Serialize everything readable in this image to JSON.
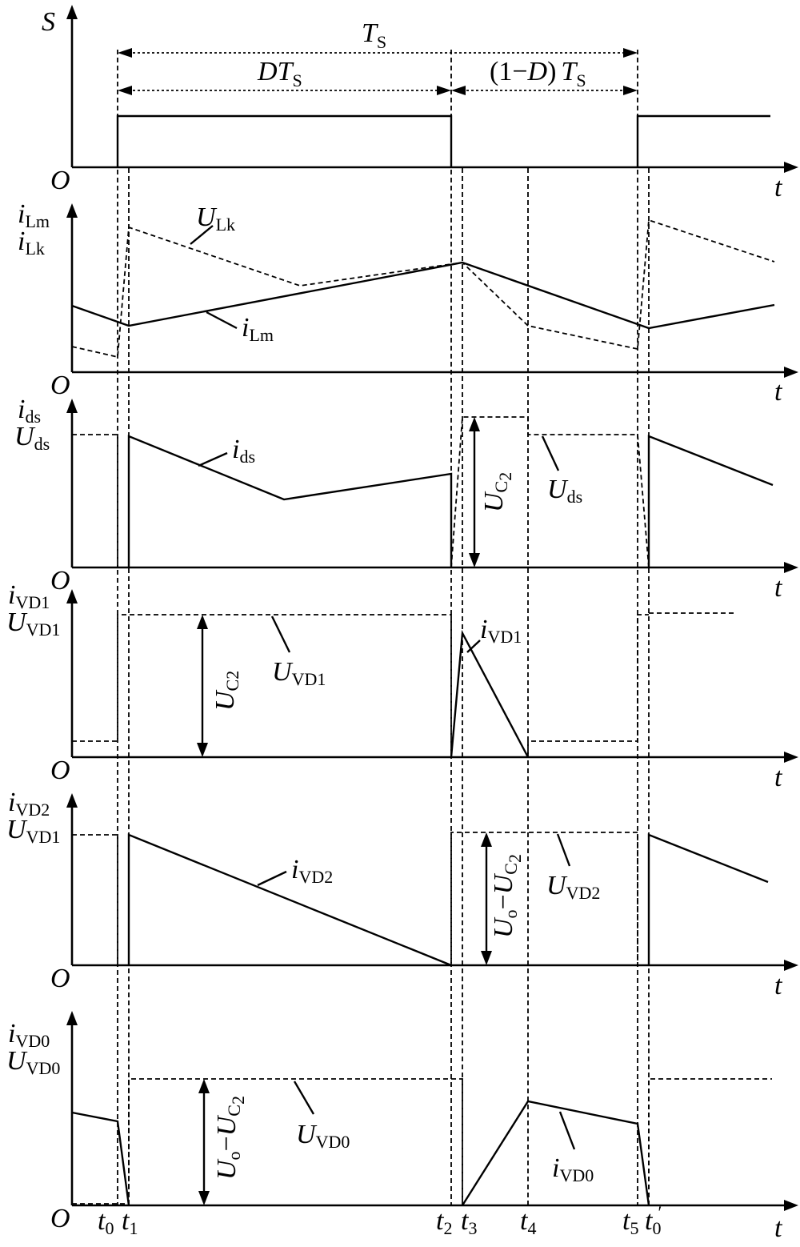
{
  "period": {
    "ts": {
      "base": "T",
      "sub": "S"
    },
    "dts": {
      "pre": "D",
      "base": "T",
      "sub": "S"
    },
    "one_minus_d": {
      "pre": "(1−",
      "d": "D",
      "post": ")",
      "base": "T",
      "sub": "S"
    }
  },
  "axis_common": {
    "origin": "O",
    "time": "t"
  },
  "panel_s": {
    "ylabel": "S"
  },
  "panel_lm": {
    "ylabel1": {
      "base": "i",
      "sub": "Lm"
    },
    "ylabel2": {
      "base": "i",
      "sub": "Lk"
    },
    "ann_ulk": {
      "base": "U",
      "sub": "Lk"
    },
    "ann_ilm": {
      "base": "i",
      "sub": "Lm"
    }
  },
  "panel_ds": {
    "ylabel1": {
      "base": "i",
      "sub": "ds"
    },
    "ylabel2": {
      "base": "U",
      "sub": "ds"
    },
    "ann_ids": {
      "base": "i",
      "sub": "ds"
    },
    "ann_uds": {
      "base": "U",
      "sub": "ds"
    },
    "ann_uc2": {
      "base": "U",
      "sub": "C",
      "sub2": "2"
    }
  },
  "panel_vd1": {
    "ylabel1": {
      "base": "i",
      "sub": "VD1"
    },
    "ylabel2": {
      "base": "U",
      "sub": "VD1"
    },
    "ann_ivd1": {
      "base": "i",
      "sub": "VD1"
    },
    "ann_uvd1": {
      "base": "U",
      "sub": "VD1"
    },
    "ann_uc2": {
      "base": "U",
      "sub": "C2"
    }
  },
  "panel_vd2": {
    "ylabel1": {
      "base": "i",
      "sub": "VD2"
    },
    "ylabel2": {
      "base": "U",
      "sub": "VD1"
    },
    "ann_ivd2": {
      "base": "i",
      "sub": "VD2"
    },
    "ann_uvd2": {
      "base": "U",
      "sub": "VD2"
    },
    "ann_uouc2": {
      "base1": "U",
      "sub1": "o",
      "mid": "−",
      "base2": "U",
      "sub2": "C",
      "sub2b": "2"
    }
  },
  "panel_vd0": {
    "ylabel1": {
      "base": "i",
      "sub": "VD0"
    },
    "ylabel2": {
      "base": "U",
      "sub": "VD0"
    },
    "ann_ivd0": {
      "base": "i",
      "sub": "VD0"
    },
    "ann_uvd0": {
      "base": "U",
      "sub": "VD0"
    },
    "ann_uouc2": {
      "base1": "U",
      "sub1": "o",
      "mid": "−",
      "base2": "U",
      "sub2": "C",
      "sub2b": "2"
    }
  },
  "time_marks": {
    "t0": {
      "base": "t",
      "sub": "0"
    },
    "t1": {
      "base": "t",
      "sub": "1"
    },
    "t2": {
      "base": "t",
      "sub": "2"
    },
    "t3": {
      "base": "t",
      "sub": "3"
    },
    "t4": {
      "base": "t",
      "sub": "4"
    },
    "t5": {
      "base": "t",
      "sub": "5"
    },
    "t0p": {
      "base": "t",
      "sub": "0",
      "prime": "′"
    }
  }
}
